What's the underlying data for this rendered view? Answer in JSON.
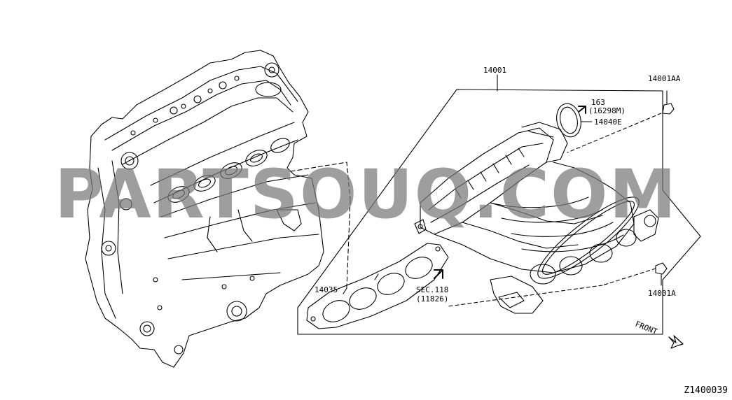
{
  "parts": {
    "intake_manifold_assy": "14001",
    "bolt_a": "14001AA",
    "bolt_b": "14001A",
    "gasket": "14035",
    "oring": "14040E",
    "sec_163_line1": "163",
    "sec_163_line2": "(16298M)",
    "sec_118_line1": "SEC.118",
    "sec_118_line2": "(11826)"
  },
  "direction_label": "FRONT",
  "diagram_code": "Z1400039",
  "watermark": "PARTSOUQ.COM"
}
